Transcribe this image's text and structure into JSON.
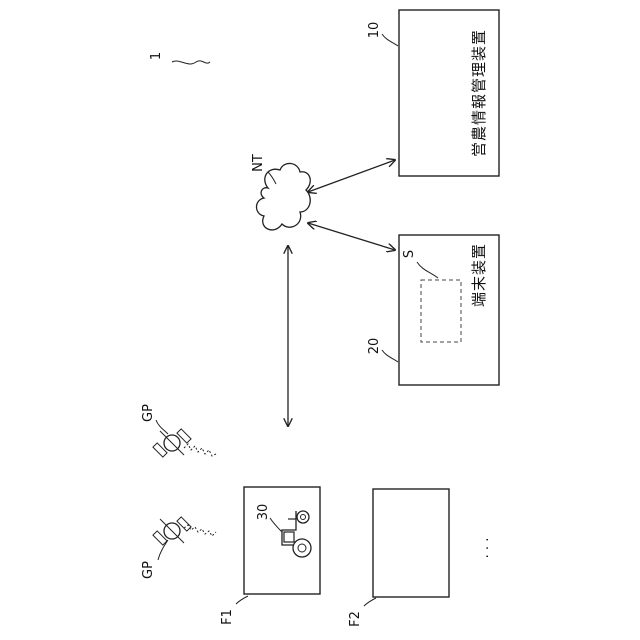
{
  "labels": {
    "system_ref": "1",
    "network": "NT",
    "mgmt_ref": "10",
    "mgmt_name": "営農情報管理装置",
    "terminal_ref": "20",
    "terminal_name": "端末装置",
    "screen_ref": "S",
    "gps_top": "GP",
    "gps_bottom": "GP",
    "field1": "F1",
    "field2": "F2",
    "tractor_ref": "30",
    "ellipsis": "· · ·"
  }
}
